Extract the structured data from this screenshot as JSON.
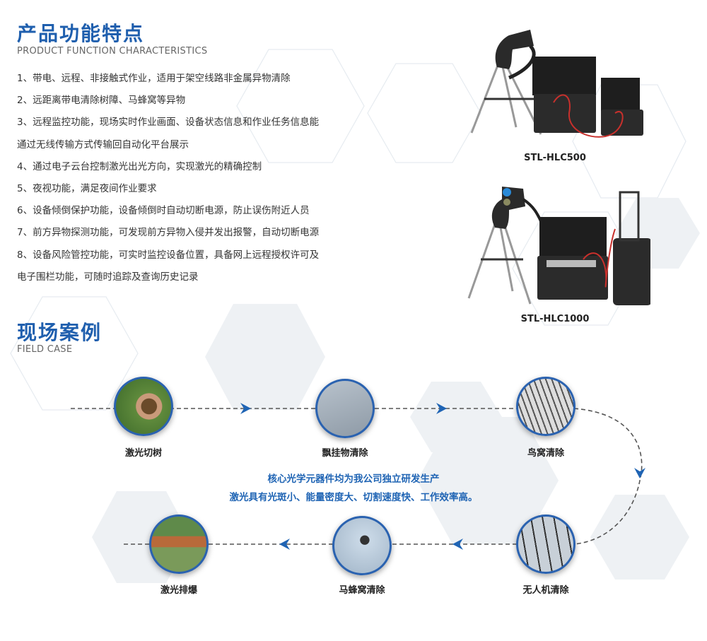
{
  "features": {
    "title": "产品功能特点",
    "subtitle": "PRODUCT FUNCTION CHARACTERISTICS",
    "lines": [
      "1、带电、远程、非接触式作业，适用于架空线路非金属异物清除",
      "2、远距离带电清除树障、马蜂窝等异物",
      "3、远程监控功能，现场实时作业画面、设备状态信息和作业任务信息能",
      "通过无线传输方式传输回自动化平台展示",
      "4、通过电子云台控制激光出光方向，实现激光的精确控制",
      "5、夜视功能，满足夜间作业要求",
      "6、设备倾倒保护功能，设备倾倒时自动切断电源，防止误伤附近人员",
      "7、前方异物探测功能，可发现前方异物入侵并发出报警，自动切断电源",
      "8、设备风险管控功能，可实时监控设备位置，具备网上远程授权许可及",
      "电子围栏功能，可随时追踪及查询历史记录"
    ]
  },
  "products": [
    {
      "model": "STL-HLC500"
    },
    {
      "model": "STL-HLC1000"
    }
  ],
  "field_case": {
    "title": "现场案例",
    "subtitle": "FIELD CASE",
    "cases": [
      {
        "label": "激光切树"
      },
      {
        "label": "飘挂物清除"
      },
      {
        "label": "鸟窝清除"
      },
      {
        "label": "无人机清除"
      },
      {
        "label": "马蜂窝清除"
      },
      {
        "label": "激光排爆"
      }
    ],
    "note_line1": "核心光学元器件均为我公司独立研发生产",
    "note_line2": "激光具有光斑小、能量密度大、切割速度快、工作效率高。"
  },
  "colors": {
    "accent": "#1f5fae",
    "flow": "#1f64b4"
  }
}
